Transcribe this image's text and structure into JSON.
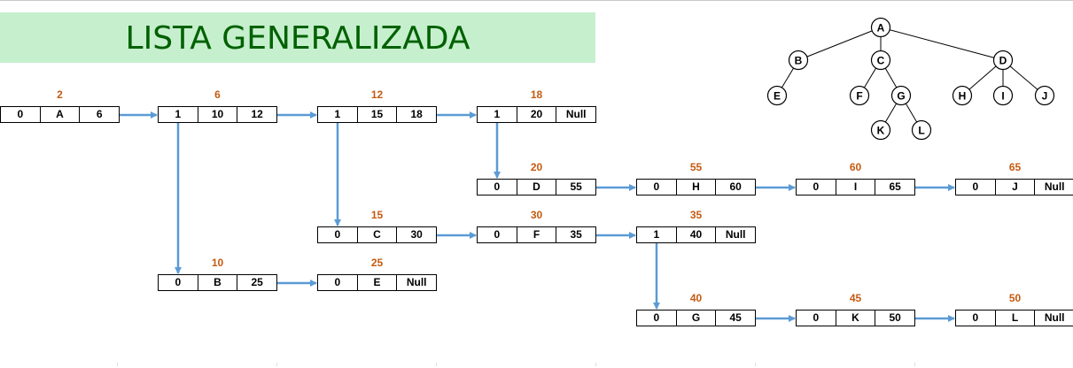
{
  "title": "LISTA GENERALIZADA",
  "colors": {
    "banner_bg": "#c6efce",
    "title": "#006100",
    "address": "#c55a11",
    "arrow": "#5b9bd5"
  },
  "nodes": [
    {
      "id": "n2",
      "address": "2",
      "fields": [
        "0",
        "A",
        "6"
      ]
    },
    {
      "id": "n6",
      "address": "6",
      "fields": [
        "1",
        "10",
        "12"
      ]
    },
    {
      "id": "n12",
      "address": "12",
      "fields": [
        "1",
        "15",
        "18"
      ]
    },
    {
      "id": "n18",
      "address": "18",
      "fields": [
        "1",
        "20",
        "Null"
      ]
    },
    {
      "id": "n20",
      "address": "20",
      "fields": [
        "0",
        "D",
        "55"
      ]
    },
    {
      "id": "n55",
      "address": "55",
      "fields": [
        "0",
        "H",
        "60"
      ]
    },
    {
      "id": "n60",
      "address": "60",
      "fields": [
        "0",
        "I",
        "65"
      ]
    },
    {
      "id": "n65",
      "address": "65",
      "fields": [
        "0",
        "J",
        "Null"
      ]
    },
    {
      "id": "n15",
      "address": "15",
      "fields": [
        "0",
        "C",
        "30"
      ]
    },
    {
      "id": "n30",
      "address": "30",
      "fields": [
        "0",
        "F",
        "35"
      ]
    },
    {
      "id": "n35",
      "address": "35",
      "fields": [
        "1",
        "40",
        "Null"
      ]
    },
    {
      "id": "n10",
      "address": "10",
      "fields": [
        "0",
        "B",
        "25"
      ]
    },
    {
      "id": "n25",
      "address": "25",
      "fields": [
        "0",
        "E",
        "Null"
      ]
    },
    {
      "id": "n40",
      "address": "40",
      "fields": [
        "0",
        "G",
        "45"
      ]
    },
    {
      "id": "n45",
      "address": "45",
      "fields": [
        "0",
        "K",
        "50"
      ]
    },
    {
      "id": "n50",
      "address": "50",
      "fields": [
        "0",
        "L",
        "Null"
      ]
    }
  ],
  "links": [
    [
      "n2",
      "n6"
    ],
    [
      "n6",
      "n12"
    ],
    [
      "n12",
      "n18"
    ],
    [
      "n18",
      "n20"
    ],
    [
      "n20",
      "n55"
    ],
    [
      "n55",
      "n60"
    ],
    [
      "n60",
      "n65"
    ],
    [
      "n12",
      "n15"
    ],
    [
      "n15",
      "n30"
    ],
    [
      "n30",
      "n35"
    ],
    [
      "n6",
      "n10"
    ],
    [
      "n10",
      "n25"
    ],
    [
      "n35",
      "n40"
    ],
    [
      "n40",
      "n45"
    ],
    [
      "n45",
      "n50"
    ]
  ],
  "tree": {
    "nodes": [
      "A",
      "B",
      "C",
      "D",
      "E",
      "F",
      "G",
      "H",
      "I",
      "J",
      "K",
      "L"
    ],
    "edges": [
      [
        "A",
        "B"
      ],
      [
        "A",
        "C"
      ],
      [
        "A",
        "D"
      ],
      [
        "B",
        "E"
      ],
      [
        "C",
        "F"
      ],
      [
        "C",
        "G"
      ],
      [
        "D",
        "H"
      ],
      [
        "D",
        "I"
      ],
      [
        "D",
        "J"
      ],
      [
        "G",
        "K"
      ],
      [
        "G",
        "L"
      ]
    ]
  }
}
